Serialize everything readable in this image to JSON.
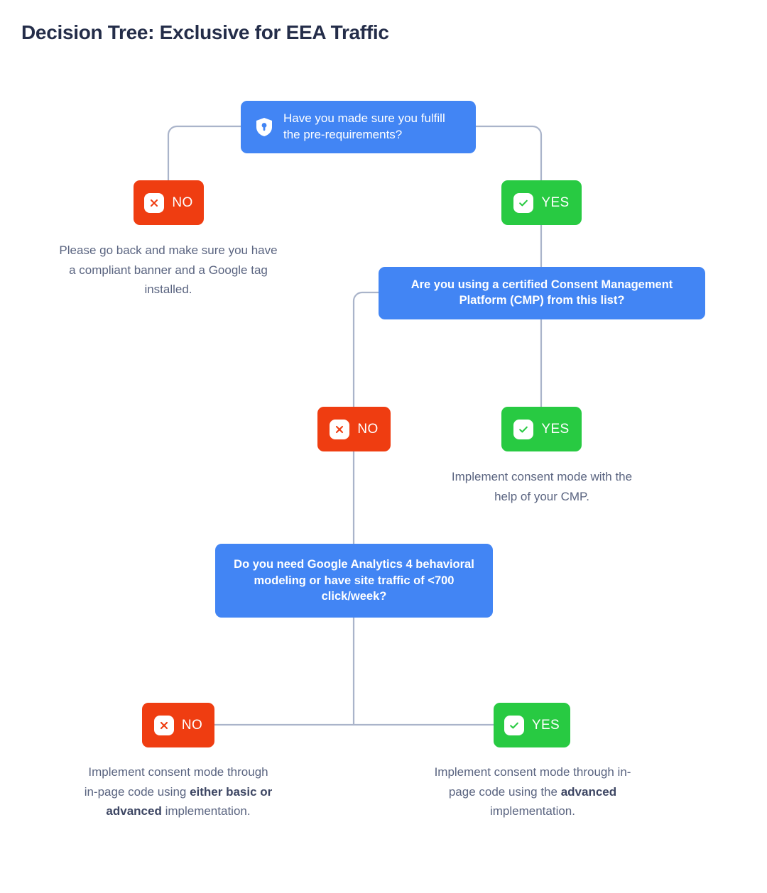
{
  "page": {
    "title": "Decision Tree: Exclusive for EEA Traffic",
    "background_color": "#ffffff",
    "title_color": "#242d49"
  },
  "colors": {
    "question_blue": "#4285f4",
    "answer_no_red": "#ef3d11",
    "answer_yes_green": "#28ca42",
    "connector_gray": "#aab4ca",
    "caption_text": "#5a6480"
  },
  "labels": {
    "no": "NO",
    "yes": "YES"
  },
  "nodes": {
    "q1": {
      "icon": "shield-lock-icon",
      "text": "Have you made sure you fulfill the pre-requirements?",
      "bold": false,
      "align": "left"
    },
    "q2": {
      "text": "Are you using a certified Consent Management Platform (CMP) from this list?",
      "bold": true,
      "align": "center"
    },
    "q3": {
      "text": "Do you need Google Analytics 4 behavioral modeling or have site traffic of <700 click/week?",
      "bold": true,
      "align": "center"
    }
  },
  "outcomes": {
    "q1_no": {
      "text": "Please go back and make sure you have a compliant banner and a Google tag installed."
    },
    "q2_yes": {
      "text": "Implement consent mode with the help of your CMP."
    },
    "q3_no": {
      "prefix": "Implement consent mode through in-page code using ",
      "emphasis": "either basic or advanced",
      "suffix": " implementation."
    },
    "q3_yes": {
      "prefix": "Implement consent mode through in-page code using the ",
      "emphasis": "advanced",
      "suffix": " implementation."
    }
  },
  "chart_data": {
    "type": "diagram",
    "diagram_kind": "decision-tree",
    "title": "Decision Tree: Exclusive for EEA Traffic",
    "nodes": [
      {
        "id": "q1",
        "kind": "question",
        "label": "Have you made sure you fulfill the pre-requirements?"
      },
      {
        "id": "q1_no",
        "kind": "answer",
        "label": "NO"
      },
      {
        "id": "q1_no_out",
        "kind": "outcome",
        "label": "Please go back and make sure you have a compliant banner and a Google tag installed."
      },
      {
        "id": "q1_yes",
        "kind": "answer",
        "label": "YES"
      },
      {
        "id": "q2",
        "kind": "question",
        "label": "Are you using a certified Consent Management Platform (CMP) from this list?"
      },
      {
        "id": "q2_no",
        "kind": "answer",
        "label": "NO"
      },
      {
        "id": "q2_yes",
        "kind": "answer",
        "label": "YES"
      },
      {
        "id": "q2_yes_out",
        "kind": "outcome",
        "label": "Implement consent mode with the help of your CMP."
      },
      {
        "id": "q3",
        "kind": "question",
        "label": "Do you need Google Analytics 4 behavioral modeling or have site traffic of <700 click/week?"
      },
      {
        "id": "q3_no",
        "kind": "answer",
        "label": "NO"
      },
      {
        "id": "q3_no_out",
        "kind": "outcome",
        "label": "Implement consent mode through in-page code using either basic or advanced implementation."
      },
      {
        "id": "q3_yes",
        "kind": "answer",
        "label": "YES"
      },
      {
        "id": "q3_yes_out",
        "kind": "outcome",
        "label": "Implement consent mode through in-page code using the advanced implementation."
      }
    ],
    "edges": [
      {
        "from": "q1",
        "to": "q1_no"
      },
      {
        "from": "q1_no",
        "to": "q1_no_out"
      },
      {
        "from": "q1",
        "to": "q1_yes"
      },
      {
        "from": "q1_yes",
        "to": "q2"
      },
      {
        "from": "q2",
        "to": "q2_no"
      },
      {
        "from": "q2",
        "to": "q2_yes"
      },
      {
        "from": "q2_yes",
        "to": "q2_yes_out"
      },
      {
        "from": "q2_no",
        "to": "q3"
      },
      {
        "from": "q3",
        "to": "q3_no"
      },
      {
        "from": "q3",
        "to": "q3_yes"
      },
      {
        "from": "q3_no",
        "to": "q3_no_out"
      },
      {
        "from": "q3_yes",
        "to": "q3_yes_out"
      }
    ]
  }
}
